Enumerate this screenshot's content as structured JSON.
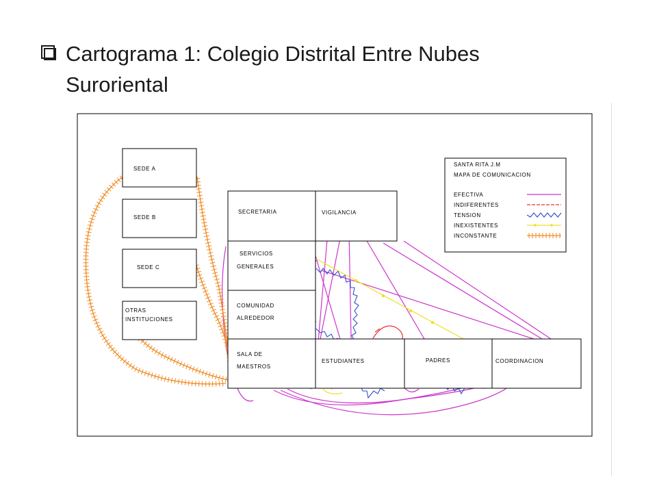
{
  "title": {
    "line1": "Cartograma 1: Colegio Distrital Entre Nubes",
    "line2": "Suroriental"
  },
  "boxes": {
    "sede_a": "SEDE A",
    "sede_b": "SEDE B",
    "sede_c": "SEDE C",
    "otras_1": "OTRAS",
    "otras_2": "INSTITUCIONES",
    "secretaria": "SECRETARIA",
    "vigilancia": "VIGILANCIA",
    "servicios_1": "SERVICIOS",
    "servicios_2": "GENERALES",
    "comunidad_1": "COMUNIDAD",
    "comunidad_2": "ALREDEDOR",
    "sala_1": "SALA DE",
    "sala_2": "MAESTROS",
    "estudiantes": "ESTUDIANTES",
    "padres": "PADRES",
    "coordinacion": "COORDINACION"
  },
  "legend": {
    "title1": "SANTA RITA J.M",
    "title2": "MAPA DE COMUNICACION",
    "items": [
      {
        "label": "EFECTIVA",
        "color": "#cc33cc",
        "style": "solid"
      },
      {
        "label": "INDIFERENTES",
        "color": "#e8302a",
        "style": "dashed"
      },
      {
        "label": "TENSION",
        "color": "#2f4fd0",
        "style": "zigzag"
      },
      {
        "label": "INEXISTENTES",
        "color": "#f0e020",
        "style": "dotted"
      },
      {
        "label": "INCONSTANTE",
        "color": "#f08a20",
        "style": "hatched"
      }
    ]
  }
}
